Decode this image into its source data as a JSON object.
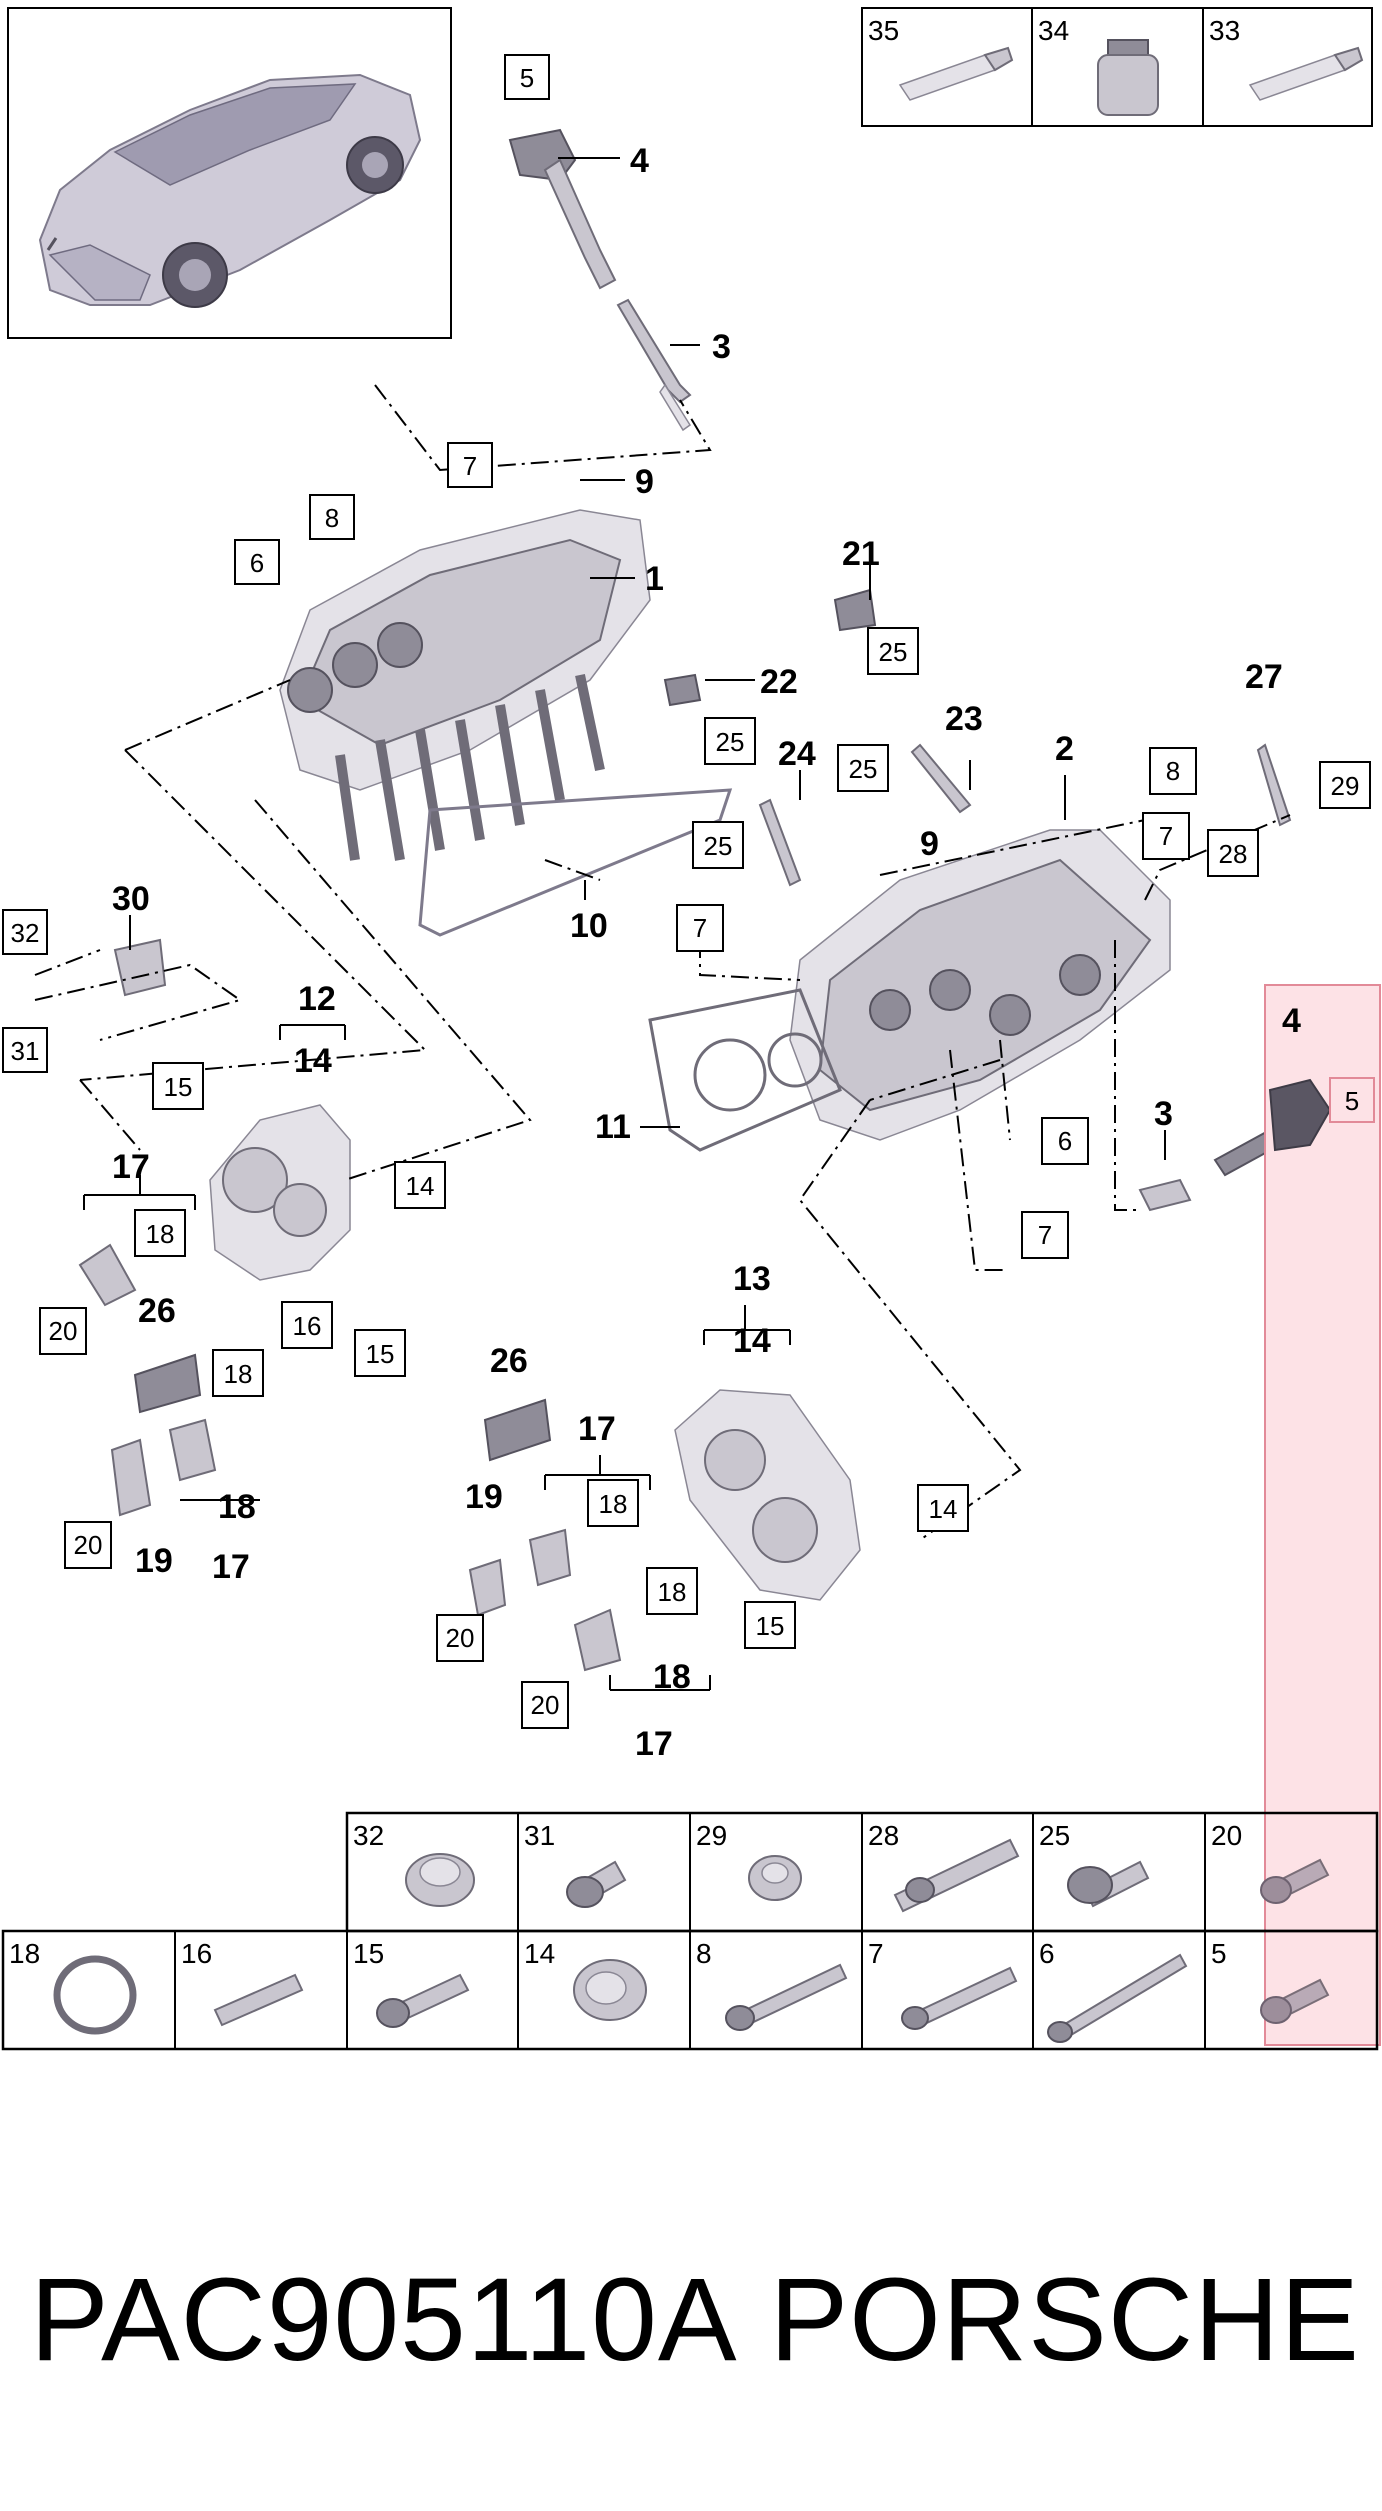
{
  "callouts_bold": [
    "4",
    "3",
    "9",
    "1",
    "21",
    "22",
    "23",
    "24",
    "2",
    "27",
    "9",
    "10",
    "30",
    "12",
    "14",
    "11",
    "4",
    "3",
    "17",
    "26",
    "19",
    "18",
    "17",
    "13",
    "14",
    "26",
    "17",
    "19",
    "18",
    "17"
  ],
  "callouts_boxed": [
    "5",
    "7",
    "8",
    "6",
    "25",
    "25",
    "25",
    "8",
    "7",
    "29",
    "28",
    "25",
    "7",
    "32",
    "31",
    "15",
    "14",
    "18",
    "20",
    "16",
    "15",
    "18",
    "20",
    "6",
    "7",
    "5",
    "18",
    "14",
    "18",
    "20",
    "15",
    "20"
  ],
  "consumables": [
    {
      "num": "35",
      "icon": "tube-icon"
    },
    {
      "num": "34",
      "icon": "bottle-icon"
    },
    {
      "num": "33",
      "icon": "tube-icon"
    }
  ],
  "parts_row1": [
    {
      "num": "32",
      "icon": "flange-nut-icon"
    },
    {
      "num": "31",
      "icon": "hex-bolt-icon"
    },
    {
      "num": "29",
      "icon": "hex-nut-icon"
    },
    {
      "num": "28",
      "icon": "stud-bolt-icon"
    },
    {
      "num": "25",
      "icon": "torx-bolt-icon"
    },
    {
      "num": "20",
      "icon": "bolt-icon"
    }
  ],
  "parts_row2": [
    {
      "num": "18",
      "icon": "seal-ring-icon"
    },
    {
      "num": "16",
      "icon": "stud-icon"
    },
    {
      "num": "15",
      "icon": "bolt-icon"
    },
    {
      "num": "14",
      "icon": "sleeve-icon"
    },
    {
      "num": "8",
      "icon": "long-bolt-icon"
    },
    {
      "num": "7",
      "icon": "long-bolt-icon"
    },
    {
      "num": "6",
      "icon": "very-long-bolt-icon"
    },
    {
      "num": "5",
      "icon": "bolt-icon"
    }
  ],
  "footer": {
    "code": "PAC905110A",
    "brand": "PORSCHE"
  },
  "colors": {
    "highlight_fill": "#fde2e6",
    "highlight_stroke": "#e28a98",
    "part_gray": "#c9c6cf"
  }
}
